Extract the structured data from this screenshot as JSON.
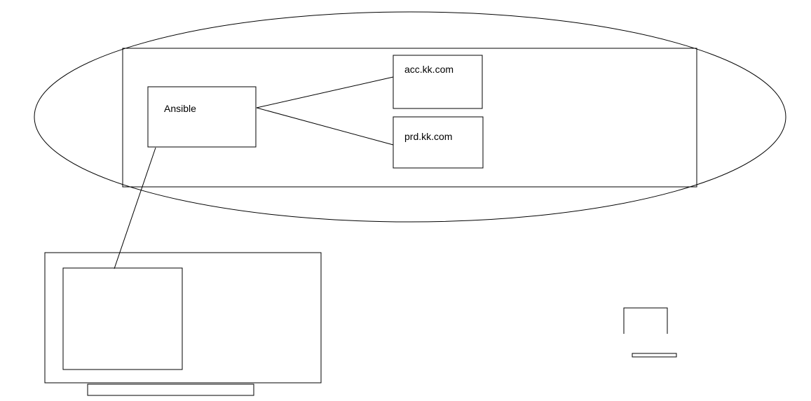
{
  "diagram": {
    "nodes": {
      "ansible": {
        "label": "Ansible"
      },
      "acc": {
        "label": "acc.kk.com"
      },
      "prd": {
        "label": "prd.kk.com"
      }
    },
    "edges": [
      {
        "from": "ansible",
        "to": "acc"
      },
      {
        "from": "ansible",
        "to": "prd"
      },
      {
        "from": "ansible",
        "to": "monitor-screen"
      }
    ]
  }
}
